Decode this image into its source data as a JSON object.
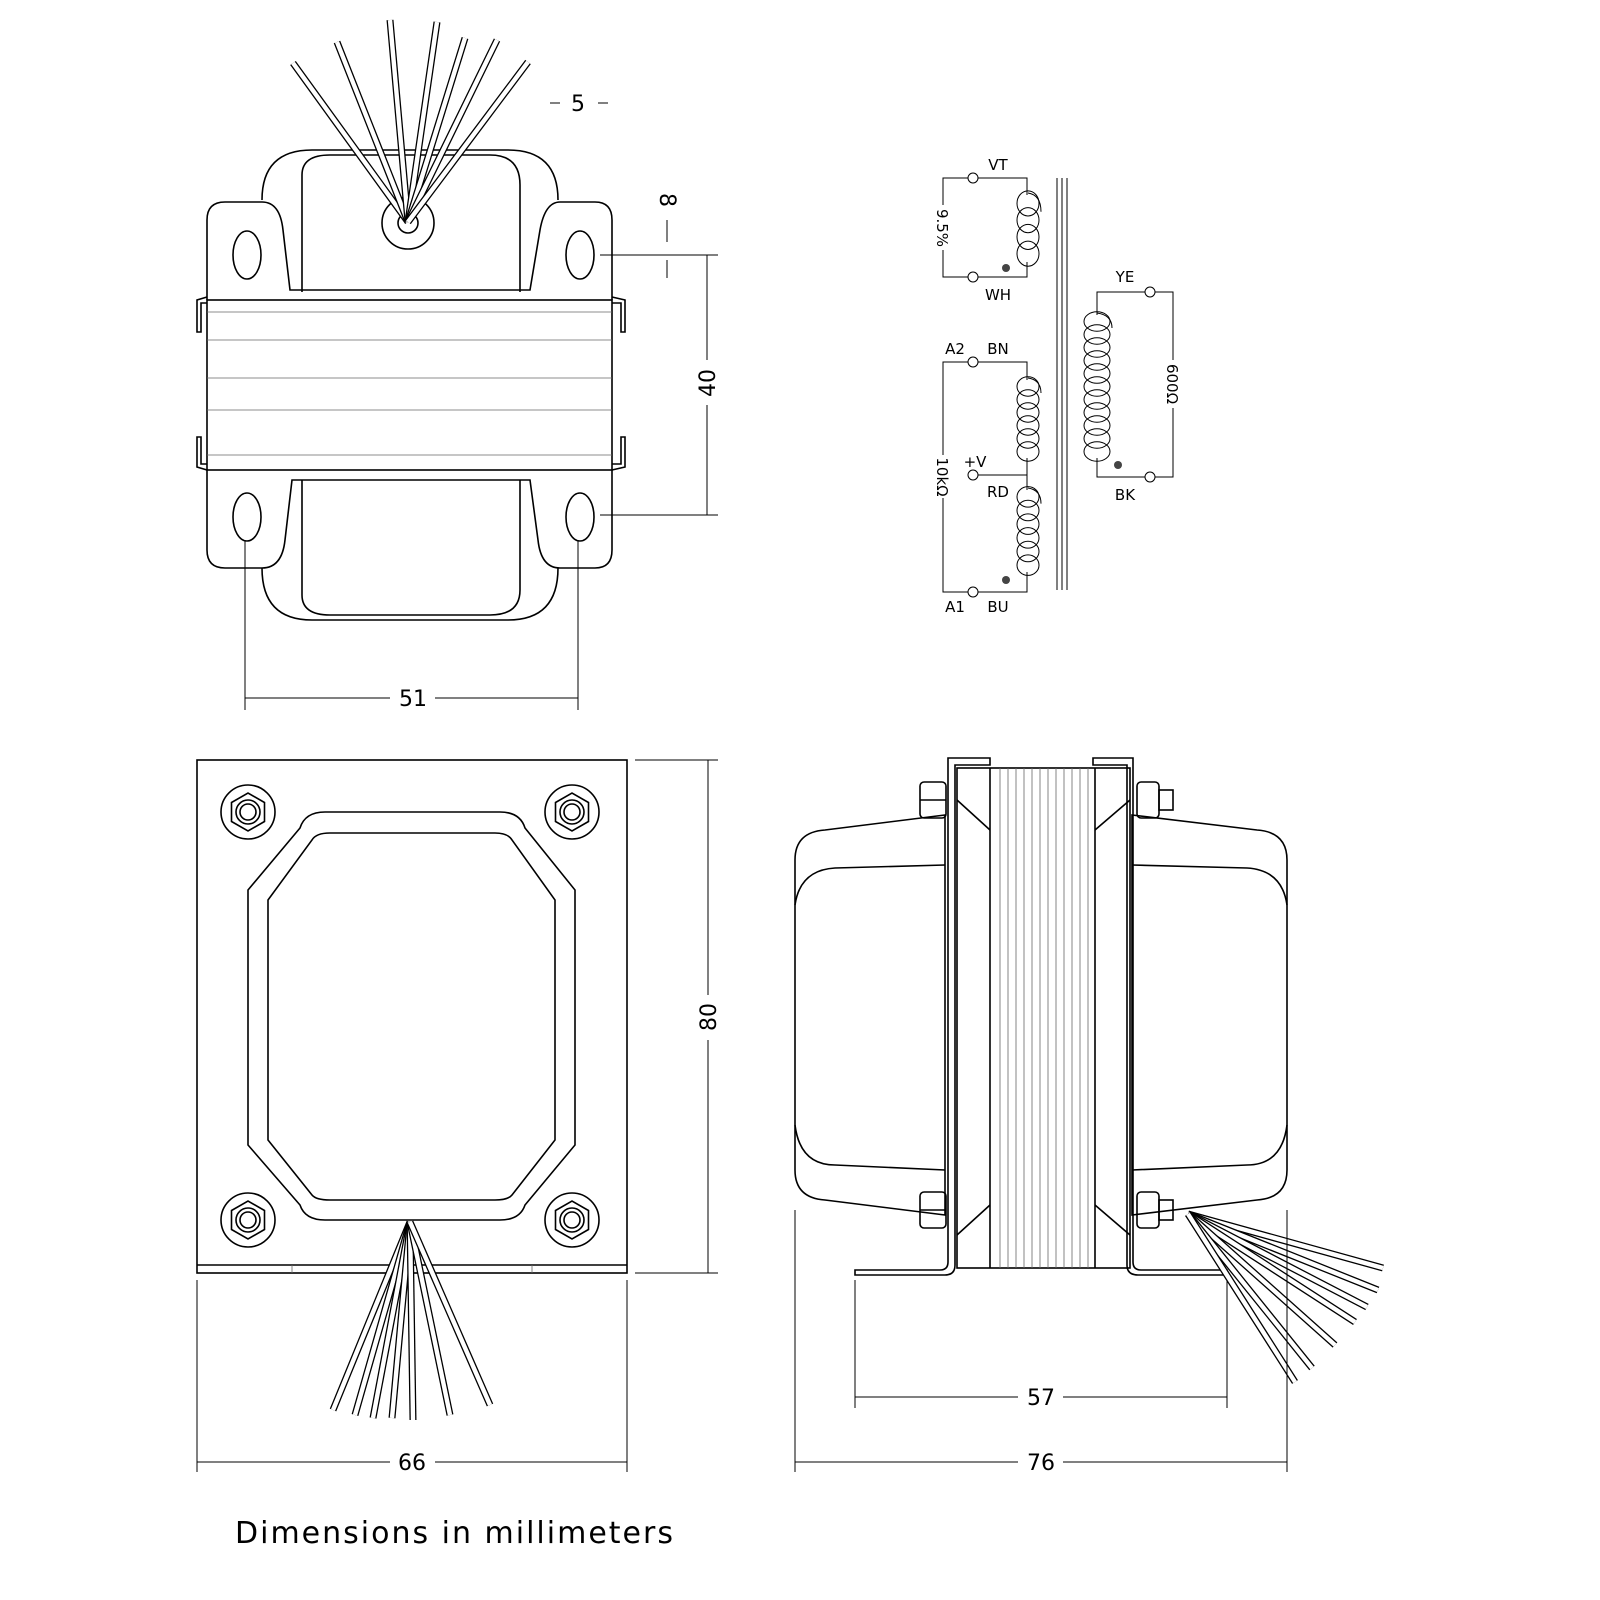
{
  "dimensions": {
    "slot_pitch": "5",
    "slot_offset": "8",
    "mount_height": "40",
    "mount_width": "51",
    "height": "80",
    "width": "66",
    "foot_width": "57",
    "depth": "76"
  },
  "schematic": {
    "vt": "VT",
    "wh": "WH",
    "primary_tap": "9.5%",
    "a2": "A2",
    "bn": "BN",
    "plus_v": "+V",
    "rd": "RD",
    "a1": "A1",
    "bu": "BU",
    "primary_impedance": "10kΩ",
    "ye": "YE",
    "bk": "BK",
    "secondary_impedance": "600Ω"
  },
  "caption": "Dimensions in millimeters"
}
